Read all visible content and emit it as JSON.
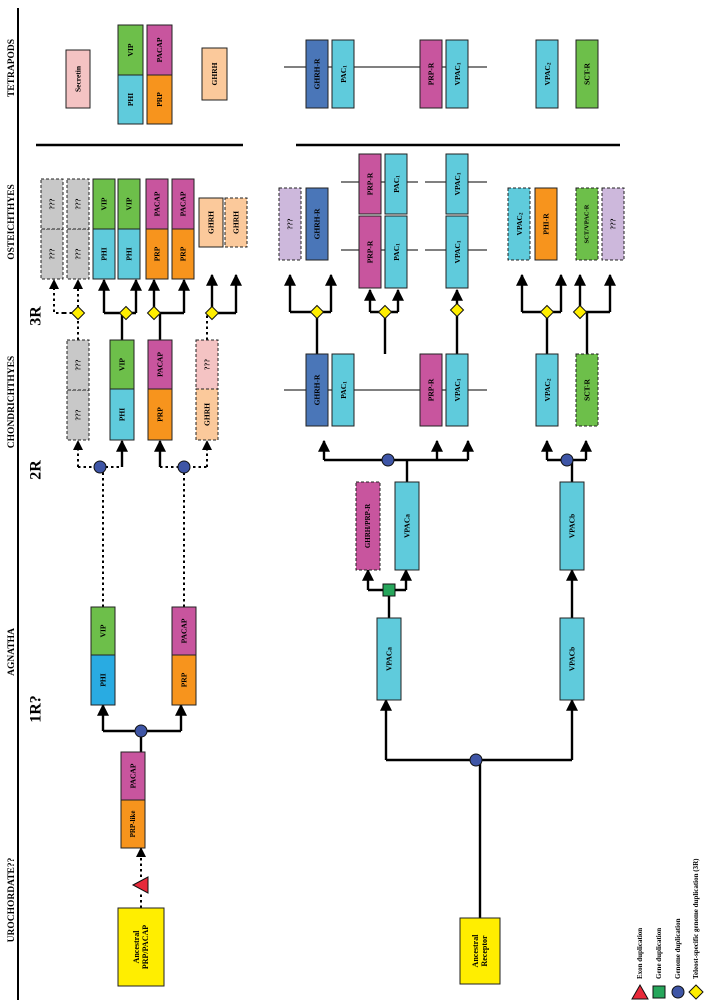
{
  "eras": {
    "tetrapods": "TETRAPODS",
    "osteichthyes": "OSTEICHTHYES",
    "r3": "3R",
    "chondrichthyes": "CHONDRICHTHYES",
    "r2": "2R",
    "agnatha": "AGNATHA",
    "r1": "1R?",
    "urochordate": "UROCHORDATE??"
  },
  "labels": {
    "ancestral_prp_pacap": [
      "Ancestral",
      "PRP/PACAP"
    ],
    "ancestral_receptor": [
      "Ancestral",
      "Receptor"
    ],
    "prp_like": "PRP-like",
    "pacap": "PACAP",
    "prp": "PRP",
    "phi": "PHI",
    "vip": "VIP",
    "ghrh": "GHRH",
    "secretin": "Secretin",
    "unknown": "???",
    "vpaca": "VPACa",
    "vpacb": "VPACb",
    "ghrh_prp_r": "GHRH/PRP-R",
    "ghrh_r": "GHRH-R",
    "prp_r": "PRP-R",
    "pac1": "PAC",
    "vpac1": "VPAC",
    "vpac2": "VPAC",
    "sct_r": "SCT-R",
    "phi_r": "PHI-R",
    "sct_vpac_r": "SCT/VPAC-R",
    "sub1": "1",
    "sub2": "2"
  },
  "legend": {
    "exon": "Exon duplication",
    "gene": "Gene duplication",
    "genome": "Genome duplication",
    "teleost": "Teleost-specific genome duplication (3R)"
  },
  "colors": {
    "ancestral": "#ffee00",
    "prp": "#f7941d",
    "pacap": "#c8559e",
    "phi": "#5fcbdc",
    "phi_agnatha": "#29abe2",
    "vip": "#6dbf4a",
    "ghrh": "#fbc99b",
    "secretin": "#f4c3c3",
    "unknown": "#c8c8c8",
    "receptor": "#5fcbdc",
    "ghrh_r": "#4a76b8",
    "prp_r": "#c8559e",
    "sct_r": "#6dbf4a",
    "phi_r": "#f7941d",
    "unknown_r": "#cdb8dc",
    "genome": "#3e55a6",
    "gene": "#26a65b",
    "exon": "#e8293a",
    "teleost": "#ffee00"
  }
}
